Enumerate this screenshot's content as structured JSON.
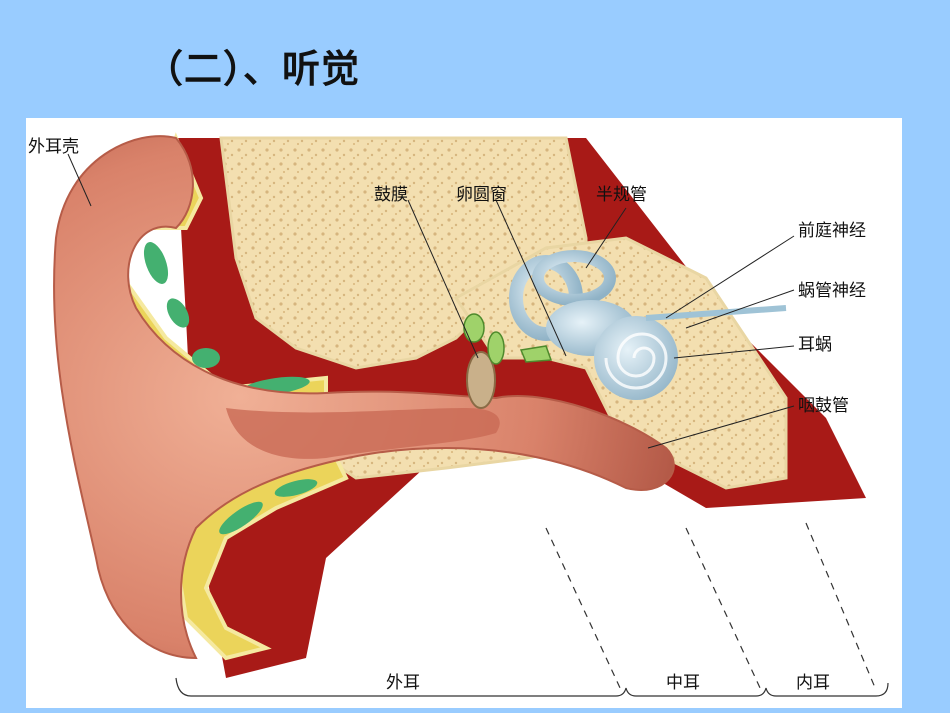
{
  "slide": {
    "title": "（二）、听觉"
  },
  "labels": {
    "outer_shell": "外耳壳",
    "eardrum": "鼓膜",
    "oval_window": "卵圆窗",
    "semicircular_canals": "半规管",
    "vestibular_nerve": "前庭神经",
    "cochlear_nerve": "蜗管神经",
    "cochlea": "耳蜗",
    "eustachian_tube": "咽鼓管"
  },
  "regions": {
    "outer_ear": "外耳",
    "middle_ear": "中耳",
    "inner_ear": "内耳"
  },
  "colors": {
    "background": "#99ccff",
    "skin": "#d9826a",
    "bone": "#f3dfb0",
    "cartilage": "#ebd45a",
    "muscle": "#a81a17",
    "cartilage_spots": "#44b070",
    "labyrinth": "#b5d3e2"
  }
}
